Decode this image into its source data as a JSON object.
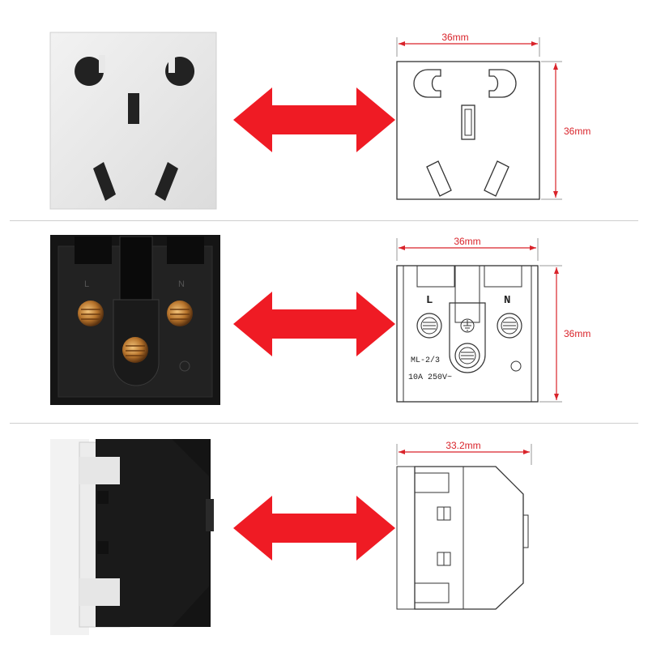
{
  "colors": {
    "arrow": "#ef1b24",
    "dimension": "#d9232a",
    "photo_white": "#e9e9e9",
    "photo_black": "#141414"
  },
  "icons": [
    "double-arrow-icon",
    "ground-symbol-icon"
  ],
  "rows": [
    {
      "view": "front",
      "width_label": "36mm",
      "height_label": "36mm"
    },
    {
      "view": "back",
      "width_label": "36mm",
      "height_label": "36mm",
      "label_l": "L",
      "label_n": "N",
      "model": "ML-2/3",
      "rating": "10A 250V~"
    },
    {
      "view": "side",
      "width_label": "33.2mm"
    }
  ]
}
